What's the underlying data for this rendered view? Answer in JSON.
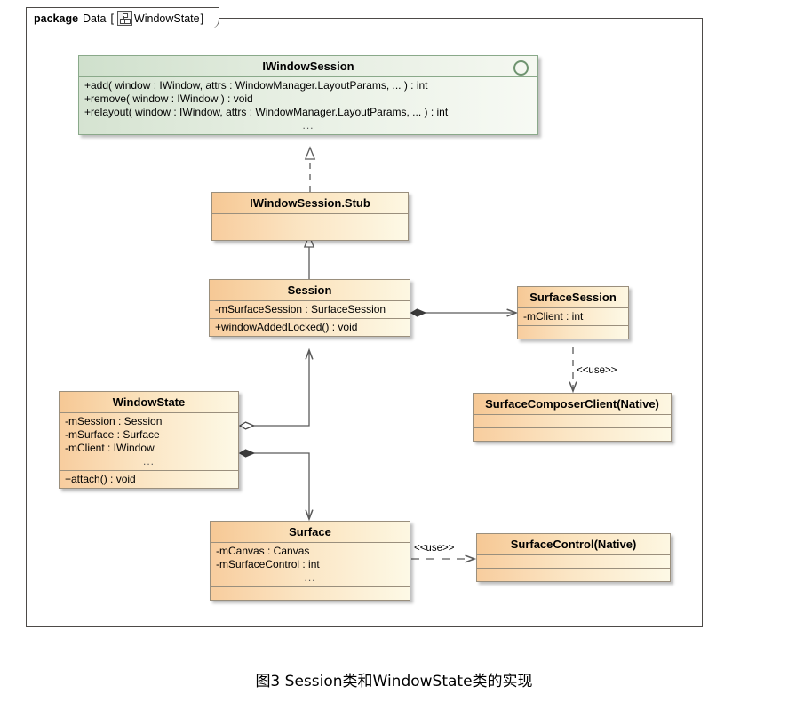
{
  "package": {
    "keyword": "package",
    "name": "Data",
    "bracket_open": "[",
    "icon": "package-diagram-icon",
    "diagram_name": "WindowState",
    "bracket_close": "]"
  },
  "classes": {
    "iwindowsession": {
      "name": "IWindowSession",
      "icon": "interface-circle-icon",
      "members": [
        "+add( window : IWindow, attrs : WindowManager.LayoutParams, ... ) : int",
        "+remove( window : IWindow ) : void",
        "+relayout( window : IWindow, attrs : WindowManager.LayoutParams, ... ) : int"
      ],
      "ellipsis": "..."
    },
    "stub": {
      "name": "IWindowSession.Stub"
    },
    "session": {
      "name": "Session",
      "attributes": [
        "-mSurfaceSession : SurfaceSession"
      ],
      "operations": [
        "+windowAddedLocked() : void"
      ]
    },
    "surfacesession": {
      "name": "SurfaceSession",
      "attributes": [
        "-mClient : int"
      ]
    },
    "composerclient": {
      "name": "SurfaceComposerClient(Native)"
    },
    "windowstate": {
      "name": "WindowState",
      "attributes": [
        "-mSession : Session",
        "-mSurface : Surface",
        "-mClient : IWindow"
      ],
      "ellipsis": "...",
      "operations": [
        "+attach() : void"
      ]
    },
    "surface": {
      "name": "Surface",
      "attributes": [
        "-mCanvas : Canvas",
        "-mSurfaceControl : int"
      ],
      "ellipsis": "..."
    },
    "surfacecontrol": {
      "name": "SurfaceControl(Native)"
    }
  },
  "relationships": {
    "use_composer_label": "<<use>>",
    "use_control_label": "<<use>>"
  },
  "caption": "图3 Session类和WindowState类的实现",
  "colors": {
    "class_header_left": "#f6c895",
    "class_header_right": "#fdf7e2",
    "class_border": "#9a8f7d",
    "interface_header_left": "#cfe0cc",
    "interface_border": "#8aa98a",
    "connector": "#5a5a5a",
    "frame_border": "#4d4a47"
  }
}
